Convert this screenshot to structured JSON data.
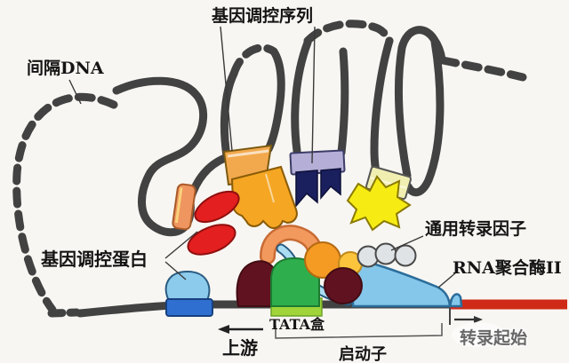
{
  "figure": {
    "title": "eukaryotic-gene-transcription-regulation-diagram",
    "labels": {
      "spacer_dna": "间隔DNA",
      "gene_regulatory_sequence": "基因调控序列",
      "gene_regulatory_protein": "基因调控蛋白",
      "general_transcription_factors": "通用转录因子",
      "rna_polymerase_ii": "RNA聚合酶II",
      "tata_box": "TATA盒",
      "upstream": "上游",
      "promoter": "启动子",
      "transcription_start": "转录起始"
    },
    "colors": {
      "background": "#f8f6f2",
      "dna": "#424242",
      "dna_red": "#cf2a18",
      "tata_green": "#9fd43a",
      "gene_green": "#2fae4e",
      "maroon": "#611220",
      "orange_protein": "#f5a623",
      "band_orange": "#f2a94e",
      "croissant_salmon": "#f2995e",
      "red_protein": "#e31f1f",
      "band_salmon": "#ef9560",
      "navy": "#1a1f5e",
      "lavender": "#b5aed6",
      "yellow_star": "#f6ec13",
      "band_pale_yellow": "#f1eeb2",
      "pol_blue": "#85c7ea",
      "snake_blue": "#aadcf2",
      "mushroom_blue": "#8ccbec",
      "band_royal_blue": "#2f6fd0",
      "gtf_gray": "#dfe3e6",
      "orange_circle": "#f59a23",
      "yellow_circle": "#fbc43c"
    }
  }
}
